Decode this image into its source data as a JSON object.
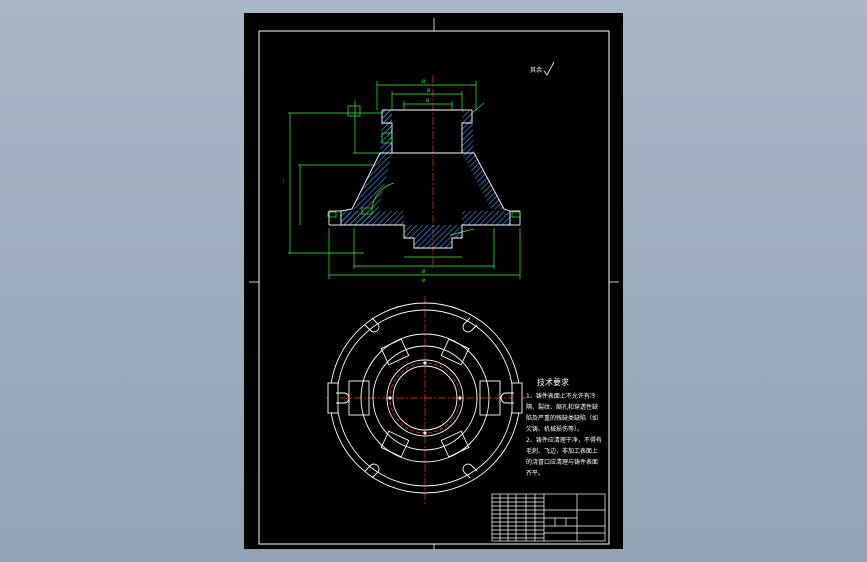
{
  "viewer": {
    "background_color": "#9fadc1"
  },
  "drawing": {
    "roughness_note": "其余",
    "technical_requirements": {
      "title": "技术要求",
      "lines": [
        "1、铸件表面上不允许有冷",
        "隔、裂纹、缩孔和穿透性缺",
        "陷及严重的残缺类缺陷（如",
        "欠铸、机械损伤等）。",
        "2、铸件应清理干净，不得有",
        "毛刺、飞边，非加工表面上",
        "的浇冒口应清理与铸件表面",
        "齐平。"
      ]
    },
    "colors": {
      "border": "#ffffff",
      "dimension": "#2bff2b",
      "centerline": "#ff3030",
      "hatch": "#3aa0ff",
      "outline": "#ffffff"
    }
  }
}
